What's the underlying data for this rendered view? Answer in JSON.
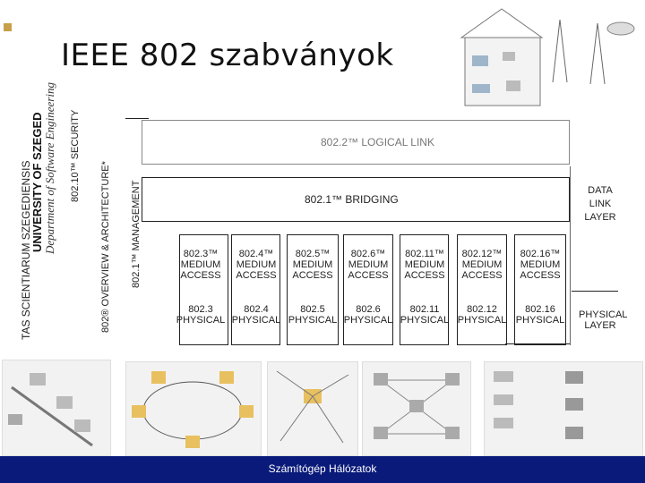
{
  "logo": {
    "latin": "TAS SCIENTIARUM SZEGEDIENSIS",
    "university": "UNIVERSITY OF SZEGED",
    "department": "Department of Software Engineering"
  },
  "title": "IEEE 802 szabványok",
  "diagram": {
    "security": "802.10™ SECURITY",
    "overview": "802® OVERVIEW & ARCHITECTURE*",
    "management": "802.1™ MANAGEMENT",
    "logical_link": "802.2™ LOGICAL LINK",
    "bridging": "802.1™ BRIDGING",
    "data_link_layer": "DATA LINK LAYER",
    "physical_layer": "PHYSICAL LAYER",
    "medium_access": [
      {
        "std": "802.3™",
        "label": "MEDIUM ACCESS"
      },
      {
        "std": "802.4™",
        "label": "MEDIUM ACCESS"
      },
      {
        "std": "802.5™",
        "label": "MEDIUM ACCESS"
      },
      {
        "std": "802.6™",
        "label": "MEDIUM ACCESS"
      },
      {
        "std": "802.11™",
        "label": "MEDIUM ACCESS"
      },
      {
        "std": "802.12™",
        "label": "MEDIUM ACCESS"
      },
      {
        "std": "802.16™",
        "label": "MEDIUM ACCESS"
      }
    ],
    "physical": [
      {
        "std": "802.3",
        "label": "PHYSICAL"
      },
      {
        "std": "802.4",
        "label": "PHYSICAL"
      },
      {
        "std": "802.5",
        "label": "PHYSICAL"
      },
      {
        "std": "802.6",
        "label": "PHYSICAL"
      },
      {
        "std": "802.11",
        "label": "PHYSICAL"
      },
      {
        "std": "802.12",
        "label": "PHYSICAL"
      },
      {
        "std": "802.16",
        "label": "PHYSICAL"
      }
    ]
  },
  "footer": "Számítógép Hálózatok",
  "colors": {
    "footer_bar": "#0a1a7a",
    "bullet": "#c7a04a"
  }
}
